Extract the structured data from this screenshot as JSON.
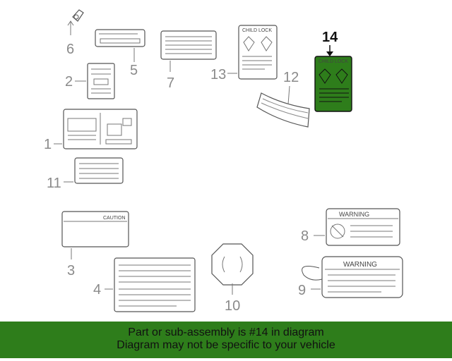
{
  "callouts": {
    "n1": "1",
    "n2": "2",
    "n3": "3",
    "n4": "4",
    "n5": "5",
    "n6": "6",
    "n7": "7",
    "n8": "8",
    "n9": "9",
    "n10": "10",
    "n11": "11",
    "n12": "12",
    "n13": "13",
    "n14": "14"
  },
  "highlight": {
    "part": "14",
    "color": "#2e7d1b"
  },
  "labels": {
    "caution": "CAUTION",
    "child_lock_13": "CHILD LOCK",
    "child_lock_14": "CHILD LOCK",
    "warning_8": "WARNING",
    "warning_9": "WARNING"
  },
  "banner": {
    "line1": "Part or sub-assembly is #14 in diagram",
    "line2": "Diagram may not be specific to your vehicle",
    "color": "#2e7d1b"
  }
}
